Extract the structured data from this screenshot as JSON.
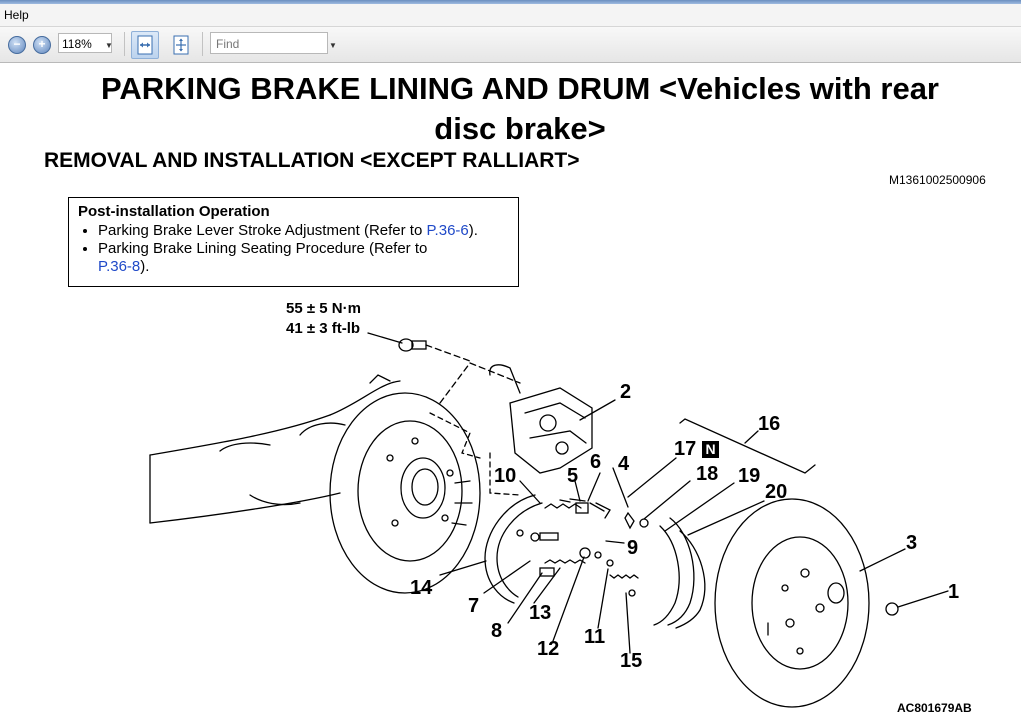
{
  "menu": {
    "help": "Help"
  },
  "toolbar": {
    "zoom_value": "118%",
    "find_placeholder": "Find",
    "zoom_out_icon": "zoom-out-icon",
    "zoom_in_icon": "zoom-in-icon"
  },
  "document": {
    "title_line1": "PARKING BRAKE LINING AND DRUM <Vehicles with rear",
    "title_line2": "disc brake>",
    "subtitle": "REMOVAL AND INSTALLATION <EXCEPT RALLIART>",
    "doc_id": "M1361002500906",
    "post_install": {
      "heading": "Post-installation Operation",
      "item1_text": "Parking Brake Lever Stroke Adjustment (Refer to ",
      "item1_link": "P.36-6",
      "item1_end": ").",
      "item2_text": "Parking Brake Lining Seating Procedure (Refer to ",
      "item2_link": "P.36-8",
      "item2_end": ")."
    },
    "torque_line1": "55 ± 5 N·m",
    "torque_line2": "41 ± 3 ft-lb",
    "n_badge": "N",
    "footer_id": "AC801679AB"
  },
  "diagram": {
    "callouts": [
      "1",
      "2",
      "3",
      "4",
      "5",
      "6",
      "7",
      "8",
      "9",
      "10",
      "11",
      "12",
      "13",
      "14",
      "15",
      "16",
      "17",
      "18",
      "19",
      "20"
    ]
  }
}
